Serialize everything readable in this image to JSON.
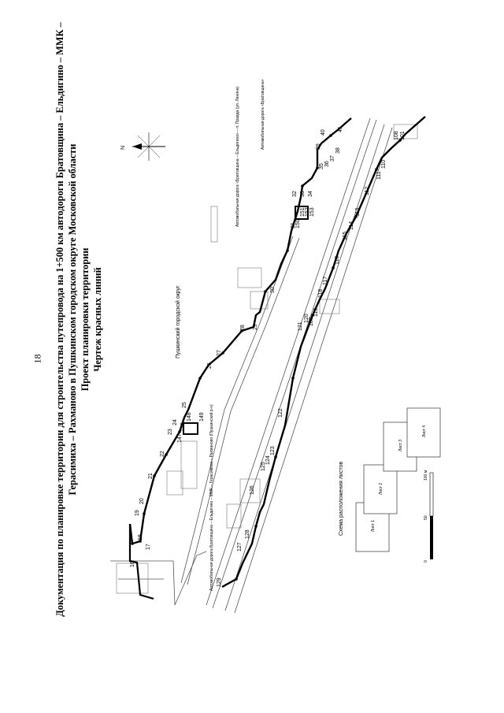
{
  "page_number": "18",
  "title": {
    "line1": "Документация по планировке территории для строительства путепровода на 1+500 км автодороги Братовщина – Ельдигино – ММК –",
    "line2": "Герасимиха – Рахманово в Пушкинском городском округе Московской области",
    "line3": "Проект планировки территории",
    "line4": "Чертеж красных линий"
  },
  "map": {
    "district_label": "Пушкинский городской округ",
    "north_label": "N",
    "road_labels": {
      "top_left": "Автомобильная дорога «Братовщина – Ельдигино» – п. Правда (ул. Ленина)",
      "top_right": "Автомобильная дорога «Братовщина»",
      "bottom": "Автомобильная дорога Братовщина – Ельдигино – ММК – Герасимиха – Рахманово (Пушкинский р-н)"
    },
    "points_upper": [
      "16",
      "17",
      "18",
      "19",
      "20",
      "21",
      "22",
      "23",
      "24",
      "25",
      "26",
      "27",
      "28",
      "29",
      "30",
      "31",
      "32",
      "33",
      "34",
      "35",
      "36",
      "37",
      "38",
      "39",
      "40",
      "41"
    ],
    "points_lower": [
      "100",
      "101",
      "108",
      "110",
      "111",
      "112",
      "113",
      "114",
      "115",
      "116",
      "117",
      "118",
      "119",
      "120",
      "121",
      "122",
      "123",
      "124",
      "125",
      "126",
      "127",
      "128",
      "129"
    ],
    "points_inner": [
      "146",
      "147",
      "148",
      "149",
      "150",
      "151",
      "152",
      "153"
    ],
    "scheme": {
      "title": "Схема расположения листов",
      "sheets": [
        "Лист 1",
        "Лист 2",
        "Лист 3",
        "Лист 4"
      ]
    },
    "scale": {
      "ticks": [
        "0",
        "50",
        "100 м"
      ]
    }
  }
}
